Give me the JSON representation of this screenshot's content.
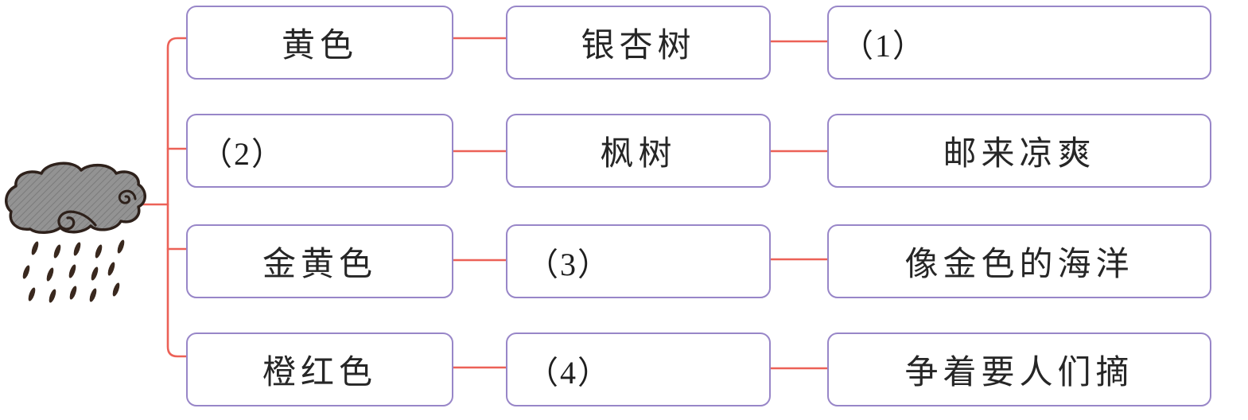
{
  "diagram": {
    "title": "autumn-rain-mindmap",
    "root_icon": "rain-cloud-icon",
    "colors": {
      "box_border": "#9886c8",
      "connector": "#ec6157",
      "text": "#262626",
      "cloud_fill": "#8f8f8f",
      "cloud_outline": "#2e211b",
      "rain_drop": "#39281e",
      "background": "#ffffff"
    },
    "rows": [
      {
        "cells": [
          {
            "text": "黄色",
            "align": "center"
          },
          {
            "text": "银杏树",
            "align": "center"
          },
          {
            "text": "（1）",
            "align": "left",
            "blank": true
          }
        ]
      },
      {
        "cells": [
          {
            "text": "（2）",
            "align": "left",
            "blank": true
          },
          {
            "text": "枫树",
            "align": "center"
          },
          {
            "text": "邮来凉爽",
            "align": "center"
          }
        ]
      },
      {
        "cells": [
          {
            "text": "金黄色",
            "align": "center"
          },
          {
            "text": "（3）",
            "align": "left",
            "blank": true
          },
          {
            "text": "像金色的海洋",
            "align": "center"
          }
        ]
      },
      {
        "cells": [
          {
            "text": "橙红色",
            "align": "center"
          },
          {
            "text": "（4）",
            "align": "left",
            "blank": true
          },
          {
            "text": "争着要人们摘",
            "align": "center"
          }
        ]
      }
    ]
  }
}
